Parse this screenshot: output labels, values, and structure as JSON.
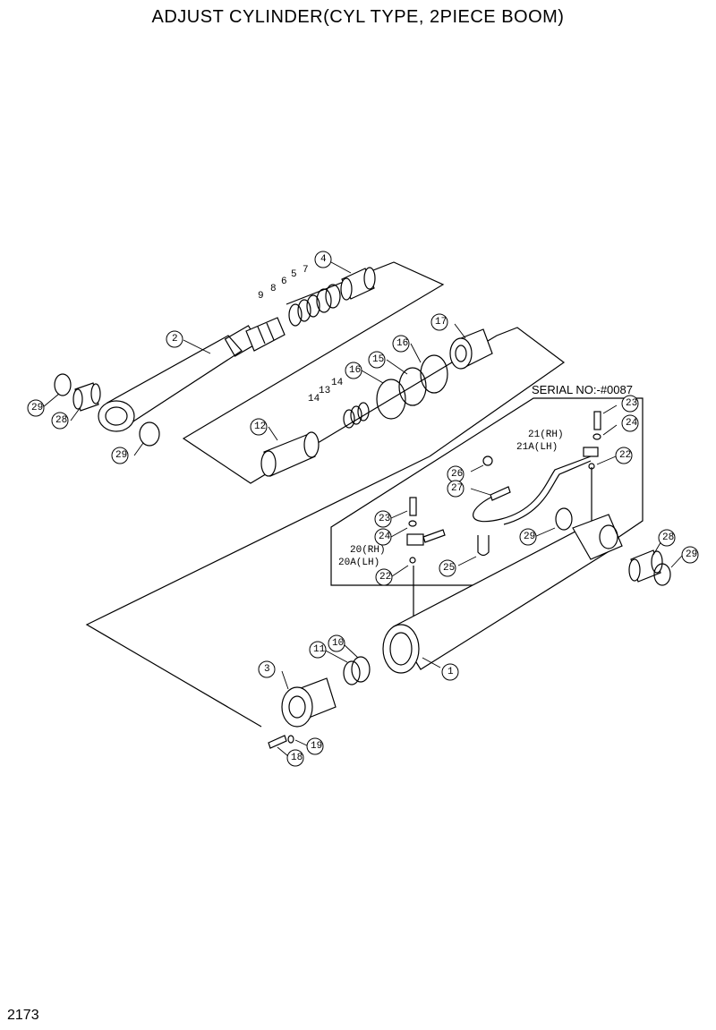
{
  "title": "ADJUST CYLINDER(CYL TYPE, 2PIECE BOOM)",
  "page_number": "2173",
  "serial_note": "SERIAL NO:-#0087",
  "callouts": {
    "c1": "1",
    "c2": "2",
    "c3": "3",
    "c4": "4",
    "c5": "5",
    "c6": "6",
    "c7": "7",
    "c8": "8",
    "c9": "9",
    "c10": "10",
    "c11": "11",
    "c12": "12",
    "c13": "13",
    "c14a": "14",
    "c14b": "14",
    "c15": "15",
    "c16a": "16",
    "c16b": "16",
    "c17": "17",
    "c18": "18",
    "c19": "19",
    "c22a": "22",
    "c22b": "22",
    "c23a": "23",
    "c23b": "23",
    "c24a": "24",
    "c24b": "24",
    "c25": "25",
    "c26": "26",
    "c27": "27",
    "c28a": "28",
    "c28b": "28",
    "c29a": "29",
    "c29b": "29",
    "c29c": "29",
    "c29d": "29"
  },
  "labels": {
    "rh21": "21(RH)",
    "lh21a": "21A(LH)",
    "rh20": "20(RH)",
    "lh20a": "20A(LH)"
  }
}
